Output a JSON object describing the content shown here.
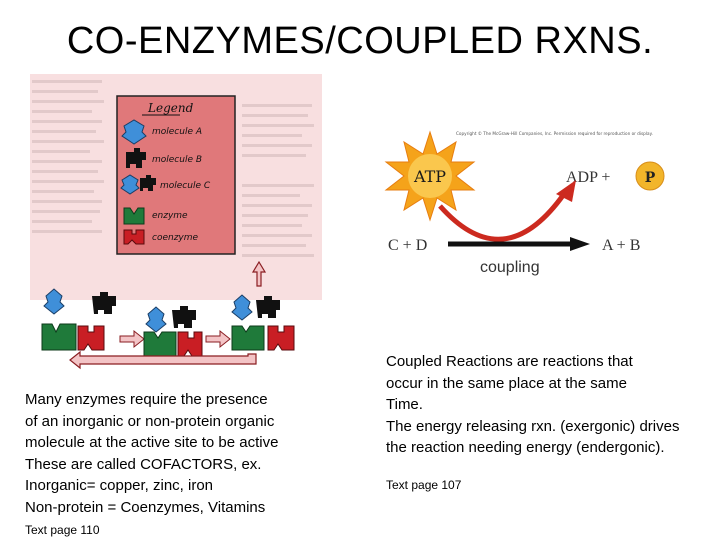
{
  "slide": {
    "title": "CO-ENZYMES/COUPLED RXNS."
  },
  "legend": {
    "heading": "Legend",
    "items": [
      "molecule A",
      "molecule B",
      "molecule C",
      "enzyme",
      "coenzyme"
    ]
  },
  "coupling": {
    "copyright": "Copyright © The McGraw-Hill Companies, Inc. Permission required for reproduction or display.",
    "atp": "ATP",
    "adp_plus": "ADP +",
    "p": "P",
    "reactants": "C + D",
    "products": "A + B",
    "label": "coupling"
  },
  "left_text": {
    "lines": [
      "Many enzymes require the presence",
      "of an inorganic or non-protein organic",
      "molecule at the active site to be active",
      "These are called COFACTORS, ex.",
      "Inorganic= copper, zinc, iron",
      "Non-protein = Coenzymes, Vitamins"
    ],
    "page_ref": "Text page 110"
  },
  "right_text": {
    "lines": [
      "Coupled Reactions are reactions that",
      "occur in the same place at the same",
      "Time.",
      "The energy releasing rxn. (exergonic) drives",
      "the reaction needing energy (endergonic)."
    ],
    "page_ref": "Text page 107"
  },
  "colors": {
    "legend_bg": "#e0787a",
    "molecule_a": "#3f8fd9",
    "molecule_b": "#111111",
    "enzyme": "#1f7a3a",
    "coenzyme": "#c91e24",
    "atp_burst": "#f5a31a",
    "arrow_red": "#cc2a1f",
    "p_circle": "#f2b52a"
  }
}
